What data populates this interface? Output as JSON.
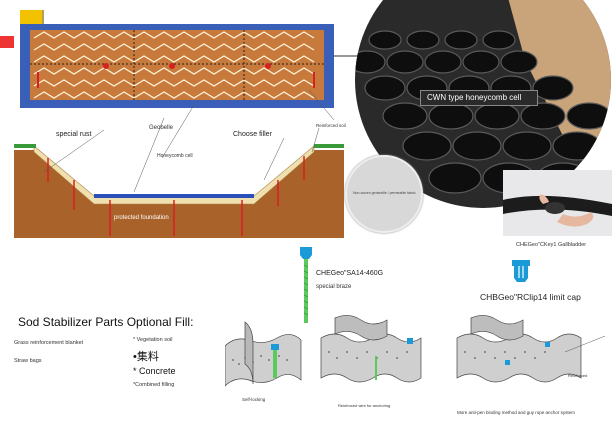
{
  "diagram": {
    "labels": {
      "special_rust": "special rust",
      "geobelle": "Geobelle",
      "choose_filler": "Choose filler",
      "reinforced_soil": "Reinforced soil",
      "honeycomb_cell": "Honeycomb cell",
      "protected_foundation": "protected foundation"
    }
  },
  "photo": {
    "cwn_label": "CWN type honeycomb cell",
    "fabric_caption": "Non-woven geotextile / permeable fabric",
    "gallbladder_caption": "CHEGeo\"CKey1 Gallbladder"
  },
  "parts": {
    "title": "Sod Stabilizer Parts Optional Fill:",
    "left_items": [
      "Grass reinforcement blanket",
      "Straw bags"
    ],
    "right_items": [
      {
        "text": "* Vegetation soil",
        "size": "sm"
      },
      {
        "text": "•集料",
        "size": "lg"
      },
      {
        "text": "* Concrete",
        "size": "md"
      },
      {
        "text": "*Combined filling",
        "size": "sm"
      }
    ]
  },
  "anchors": {
    "sa_label": "CHEGeo\"SA14-460G",
    "sa_sub": "special braze",
    "rclip_label": "CHBGeo\"RClip14 limit cap",
    "caption_a": "Self-locking",
    "caption_b": "Reinforced wire for anchoring",
    "caption_c": "Reinforced",
    "caption_d": "More anti-pen binding method and guy rope anchor system"
  },
  "colors": {
    "accent": "#f2c200",
    "soil": "#c87a3c",
    "cell": "#f0e0b0",
    "water": "#2b4fb8",
    "anchor": "#d92020",
    "cap_blue": "#1a9ad6",
    "stake_green": "#5bc95b"
  }
}
